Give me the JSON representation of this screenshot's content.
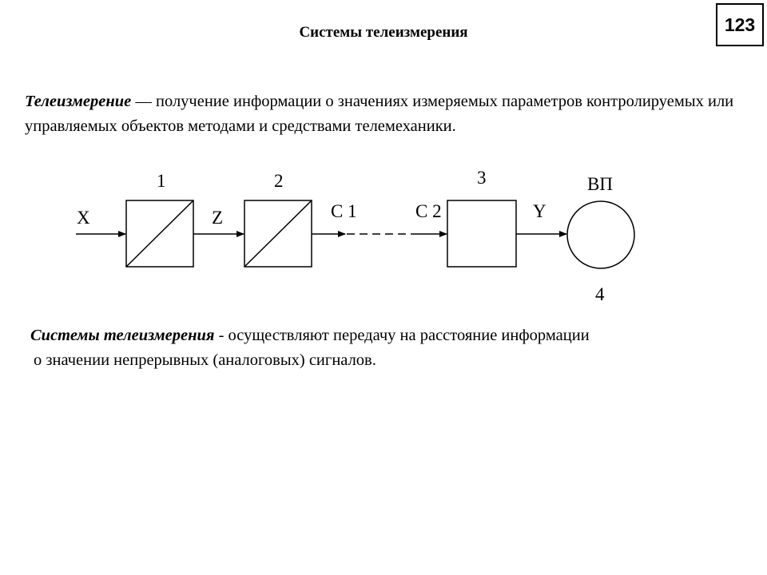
{
  "page_number": "123",
  "title": "Системы телеизмерения",
  "definition": {
    "term": "Телеизмерение",
    "text": " — получение информации о значениях измеряемых параметров контролируемых или управляемых объектов методами и средствами телемеханики."
  },
  "diagram": {
    "blocks": [
      {
        "number": "1",
        "kind": "converter"
      },
      {
        "number": "2",
        "kind": "converter"
      },
      {
        "number": "3",
        "kind": "receiver"
      },
      {
        "number": "4",
        "kind": "indicator",
        "label": "ВП"
      }
    ],
    "signals": {
      "input": "X",
      "intermediate": "Z",
      "channel_out": "C 1",
      "channel_in": "C 2",
      "output": "Y"
    }
  },
  "description": {
    "term": "Системы телеизмерения",
    "text_line1": " - осуществляют передачу на расстояние информации",
    "text_line2": "о значении непрерывных (аналоговых) сигналов."
  }
}
